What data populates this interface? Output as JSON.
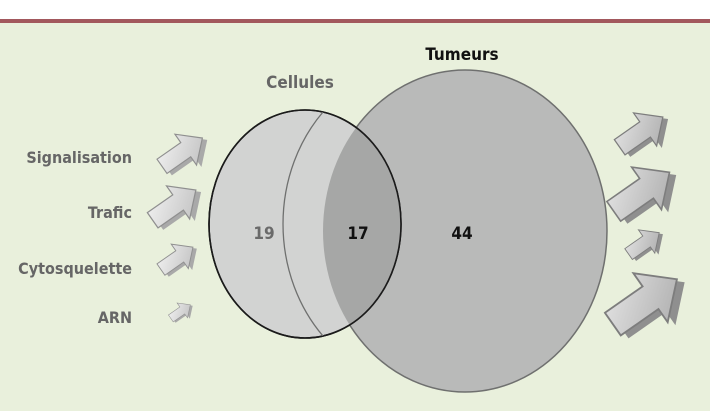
{
  "venn": {
    "set_a_label": "Cellules",
    "set_b_label": "Tumeurs",
    "only_a": "19",
    "both": "17",
    "only_b": "44"
  },
  "categories": [
    "Signalisation",
    "Trafic",
    "Cytosquelette",
    "ARN"
  ],
  "colors": {
    "rule": "#a2585d",
    "panel_bg": "#e9f0dc",
    "circle_a": "#d2d3d2",
    "circle_b": "#b9bab9",
    "overlap": "#a6a7a6",
    "arrow": "#c8c9c8"
  }
}
